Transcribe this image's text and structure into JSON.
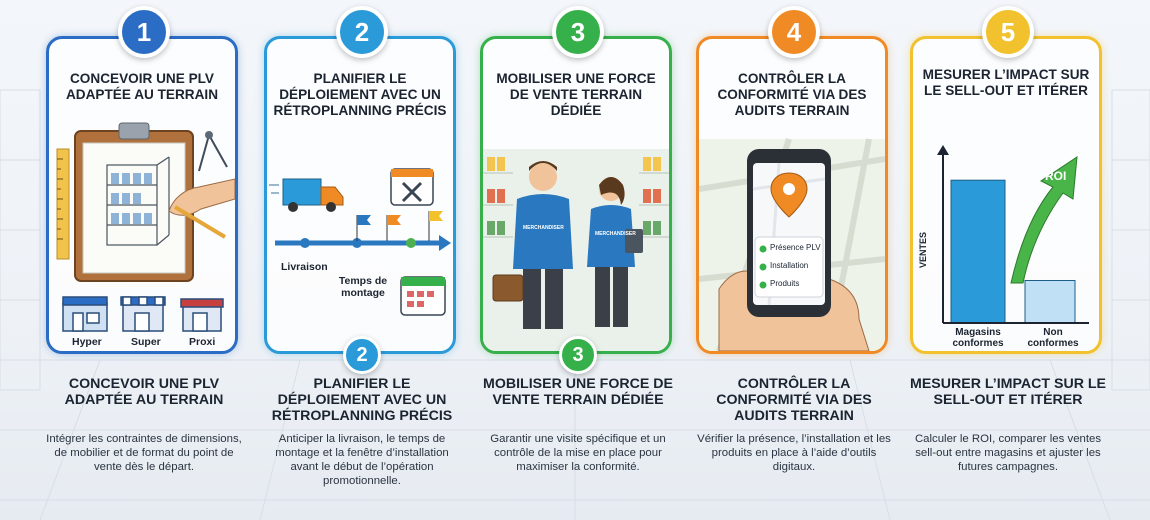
{
  "steps": [
    {
      "number": "1",
      "color": "#2b6cc4",
      "card_title": "CONCEVOIR UNE PLV ADAPTÉE AU TERRAIN",
      "section_title": "CONCEVOIR UNE PLV ADAPTÉE AU TERRAIN",
      "description": "Intégrer les contraintes de dimensions, de mobilier et de format du point de vente dès le départ.",
      "store_labels": [
        "Hyper",
        "Super",
        "Proxi"
      ]
    },
    {
      "number": "2",
      "color": "#2a9ad8",
      "card_title": "PLANIFIER LE DÉPLOIEMENT AVEC UN RÉTROPLANNING PRÉCIS",
      "section_title": "PLANIFIER LE DÉPLOIEMENT AVEC UN RÉTROPLANNING PRÉCIS",
      "description": "Anticiper la livraison, le temps de montage et la fenêtre d’installation avant le début de l’opération promotionnelle.",
      "timeline_labels": [
        "Livraison",
        "Temps de montage"
      ]
    },
    {
      "number": "3",
      "color": "#36b04a",
      "card_title": "MOBILISER UNE FORCE DE VENTE TERRAIN DÉDIÉE",
      "section_title": "MOBILISER UNE FORCE DE VENTE TERRAIN DÉDIÉE",
      "description": "Garantir une visite spécifique et un contrôle de la mise en place pour maximiser la conformité.",
      "shirt_text": "MERCHANDISER"
    },
    {
      "number": "4",
      "color": "#f08a24",
      "card_title": "CONTRÔLER LA CONFORMITÉ VIA DES AUDITS TERRAIN",
      "section_title": "CONTRÔLER LA CONFORMITÉ VIA DES AUDITS TERRAIN",
      "description": "Vérifier la présence, l’installation et les produits en place à l’aide d’outils digitaux.",
      "checklist": [
        "Présence PLV",
        "Installation",
        "Produits"
      ]
    },
    {
      "number": "5",
      "color": "#f2c12e",
      "card_title": "MESURER L’IMPACT SUR LE SELL-OUT ET ITÉRER",
      "section_title": "MESURER L’IMPACT SUR LE SELL-OUT ET ITÉRER",
      "description": "Calculer le ROI, comparer les ventes sell-out entre magasins et ajuster les futures campagnes.",
      "chart": {
        "ylabel": "VENTES",
        "arrow_label": "ROI",
        "categories": [
          "Magasins conformes",
          "Non conformes"
        ],
        "values": [
          0.84,
          0.25
        ]
      }
    }
  ]
}
